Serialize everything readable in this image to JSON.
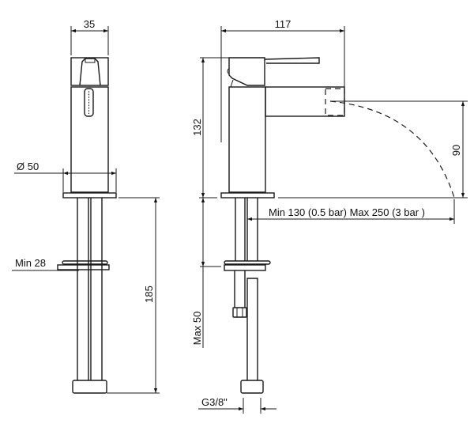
{
  "title": "Bidet mixer technical drawing",
  "front_view": {
    "width_label": "35",
    "base_diameter_label": "Ø 50",
    "min_thickness_label": "Min 28",
    "total_length_label": "185"
  },
  "side_view": {
    "depth_label": "117",
    "height_label": "132",
    "spout_height_label": "90",
    "jet_range_label": "Min 130 (0.5 bar) Max 250 (3 bar )",
    "max_deck_label": "Max 50",
    "thread_label": "G3/8\""
  }
}
